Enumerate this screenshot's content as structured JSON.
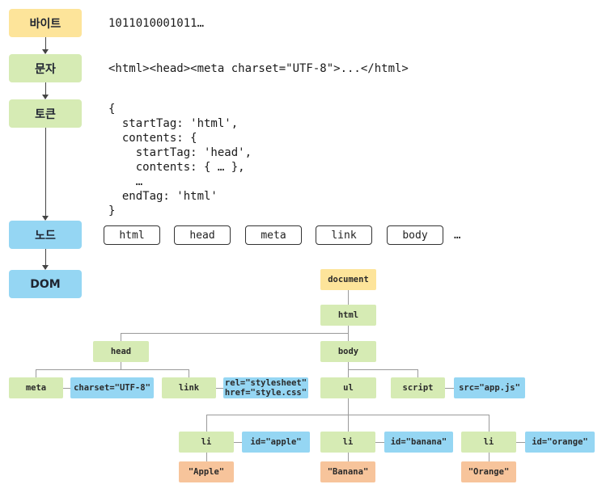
{
  "stages": [
    {
      "label": "바이트",
      "color": "#fde49a"
    },
    {
      "label": "문자",
      "color": "#d6ebb4"
    },
    {
      "label": "토큰",
      "color": "#d6ebb4"
    },
    {
      "label": "노드",
      "color": "#95d6f3"
    },
    {
      "label": "DOM",
      "color": "#95d6f3"
    }
  ],
  "bytes_text": "1011010001011…",
  "chars_text": "<html><head><meta charset=\"UTF-8\">...</html>",
  "token_lines": [
    "{",
    "  startTag: 'html',",
    "  contents: {",
    "    startTag: 'head',",
    "    contents: { … },",
    "    …",
    "  endTag: 'html'",
    "}"
  ],
  "nodes": [
    "html",
    "head",
    "meta",
    "link",
    "body"
  ],
  "nodes_more": "…",
  "tree": {
    "document": "document",
    "html": "html",
    "head": "head",
    "body": "body",
    "meta": "meta",
    "meta_attr": "charset=\"UTF-8\"",
    "link": "link",
    "link_attr_1": "rel=\"stylesheet\"",
    "link_attr_2": "href=\"style.css\"",
    "ul": "ul",
    "script": "script",
    "script_attr": "src=\"app.js\"",
    "li_1": "li",
    "li_1_attr": "id=\"apple\"",
    "li_1_text": "\"Apple\"",
    "li_2": "li",
    "li_2_attr": "id=\"banana\"",
    "li_2_text": "\"Banana\"",
    "li_3": "li",
    "li_3_attr": "id=\"orange\"",
    "li_3_text": "\"Orange\""
  },
  "colors": {
    "document": "#fde49a",
    "element": "#d6ebb4",
    "attribute": "#95d6f3",
    "text": "#f7c49b"
  }
}
